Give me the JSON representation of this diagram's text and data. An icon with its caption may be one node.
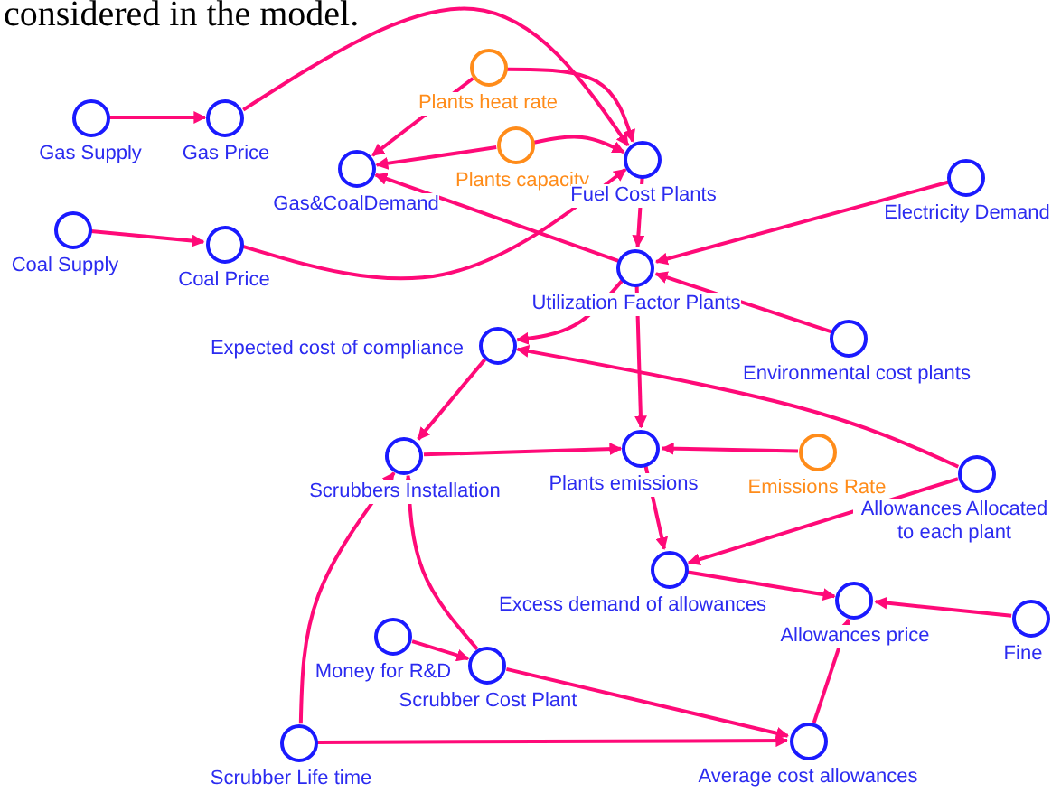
{
  "diagram": {
    "nodes": [
      {
        "text": [
          "Gas Supply"
        ]
      },
      {
        "text": [
          "Gas Price"
        ]
      },
      {
        "text": [
          "Plants heat rate"
        ]
      },
      {
        "text": [
          "Gas&CoalDemand"
        ]
      },
      {
        "text": [
          "Plants capacity"
        ]
      },
      {
        "text": [
          "Fuel Cost Plants"
        ]
      },
      {
        "text": [
          "Electricity Demand"
        ]
      },
      {
        "text": [
          "Coal Supply"
        ]
      },
      {
        "text": [
          "Coal Price"
        ]
      },
      {
        "text": [
          "Utilization Factor Plants"
        ]
      },
      {
        "text": [
          "Expected cost of compliance"
        ]
      },
      {
        "text": [
          "Environmental cost plants"
        ]
      },
      {
        "text": [
          "Scrubbers Installation"
        ]
      },
      {
        "text": [
          "Plants emissions"
        ]
      },
      {
        "text": [
          "Emissions Rate"
        ]
      },
      {
        "text": [
          "Allowances Allocated to each plant"
        ]
      },
      {
        "text": [
          "Excess demand of allowances"
        ]
      },
      {
        "text": [
          "Allowances price"
        ]
      },
      {
        "text": [
          "Fine"
        ]
      },
      {
        "text": [
          "Money for R&D"
        ]
      },
      {
        "text": [
          "Scrubber Cost Plant"
        ]
      },
      {
        "text": [
          "Scrubber Life time"
        ]
      },
      {
        "text": [
          "Average cost allowances"
        ]
      }
    ],
    "edges": [
      {
        "from": 0,
        "to": 1,
        "arrow": "to"
      },
      {
        "from": 1,
        "to": 5,
        "arrow": "to"
      },
      {
        "from": 2,
        "to": 3,
        "arrow": "to"
      },
      {
        "from": 2,
        "to": 5,
        "arrow": "to"
      },
      {
        "from": 4,
        "to": 3,
        "arrow": "to"
      },
      {
        "from": 4,
        "to": 5,
        "arrow": "to"
      },
      {
        "from": 7,
        "to": 8,
        "arrow": "to"
      },
      {
        "from": 8,
        "to": 5,
        "arrow": "to"
      },
      {
        "from": 9,
        "to": 3,
        "arrow": "to"
      },
      {
        "from": 5,
        "to": 9,
        "arrow": "to"
      },
      {
        "from": 6,
        "to": 9,
        "arrow": "to"
      },
      {
        "from": 11,
        "to": 9,
        "arrow": "to"
      },
      {
        "from": 9,
        "to": 10,
        "arrow": "to"
      },
      {
        "from": 9,
        "to": 13,
        "arrow": "to"
      },
      {
        "from": 15,
        "to": 10,
        "arrow": "to"
      },
      {
        "from": 10,
        "to": 12,
        "arrow": "to"
      },
      {
        "from": 12,
        "to": 13,
        "arrow": "to"
      },
      {
        "from": 14,
        "to": 13,
        "arrow": "to"
      },
      {
        "from": 13,
        "to": 16,
        "arrow": "to"
      },
      {
        "from": 15,
        "to": 16,
        "arrow": "to"
      },
      {
        "from": 16,
        "to": 17,
        "arrow": "to"
      },
      {
        "from": 18,
        "to": 17,
        "arrow": "to"
      },
      {
        "from": 22,
        "to": 17,
        "arrow": "to"
      },
      {
        "from": 19,
        "to": 20,
        "arrow": "to"
      },
      {
        "from": 20,
        "to": 12,
        "arrow": "to"
      },
      {
        "from": 20,
        "to": 22,
        "arrow": "to"
      },
      {
        "from": 21,
        "to": 12,
        "arrow": "to"
      },
      {
        "from": 21,
        "to": 22,
        "arrow": "to"
      }
    ],
    "labels": [
      "considered in the model."
    ]
  }
}
